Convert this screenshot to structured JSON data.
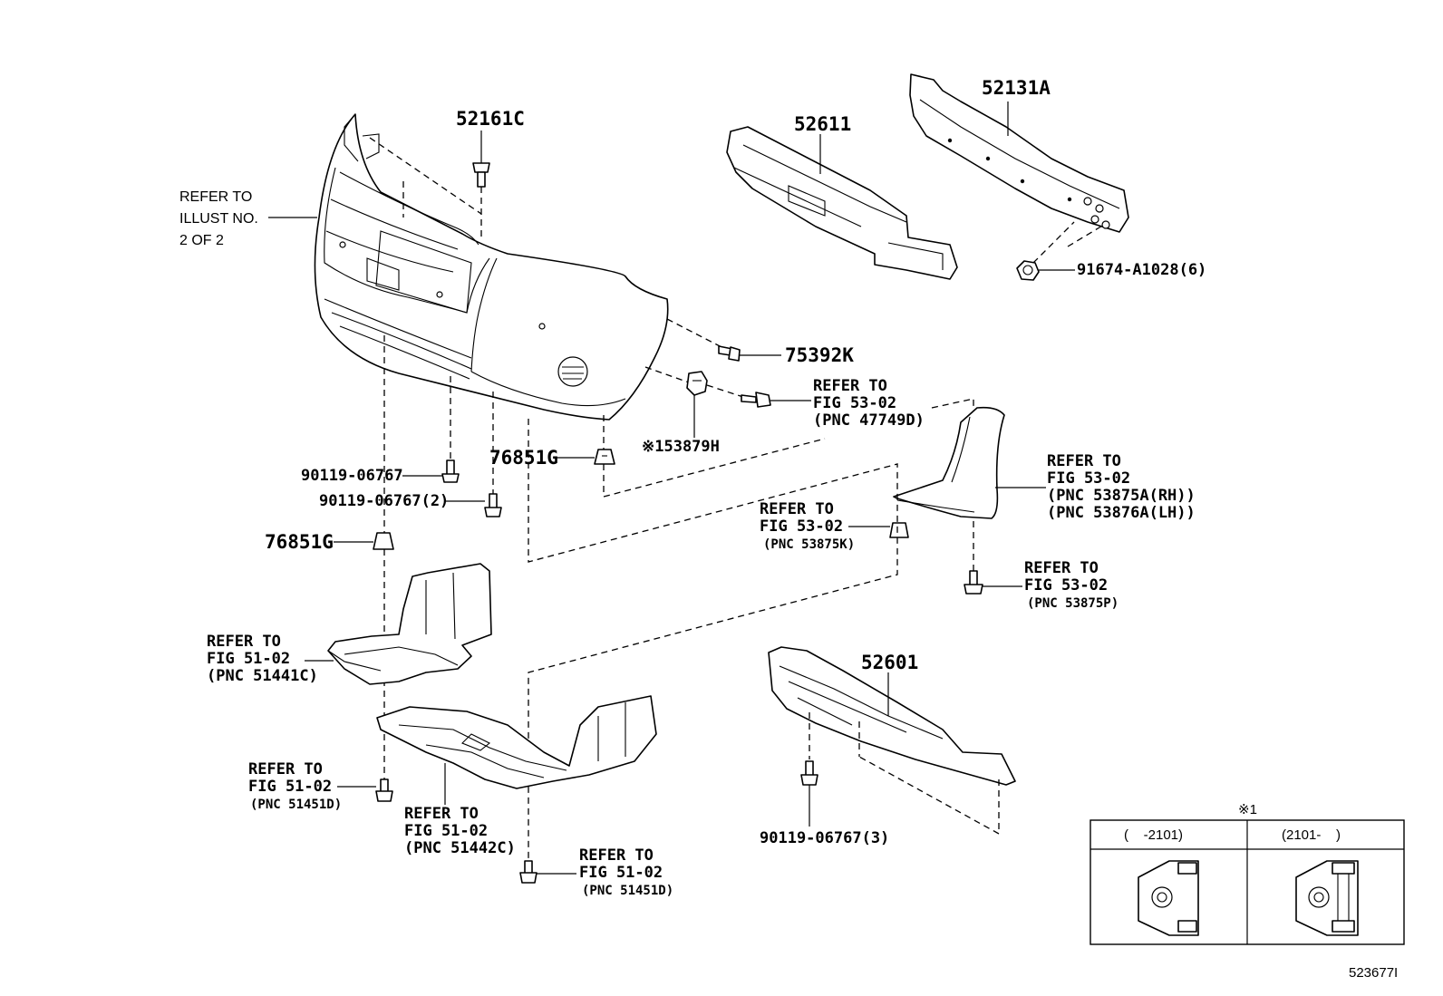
{
  "diagram_id": "523677I",
  "parts": {
    "p52161C": "52161C",
    "p52611": "52611",
    "p52131A": "52131A",
    "p91674": "91674-A1028(6)",
    "p75392K": "75392K",
    "p53879H": "※153879H",
    "p76851G_a": "76851G",
    "p76851G_b": "76851G",
    "p90119_a": "90119-06767",
    "p90119_b": "90119-06767(2)",
    "p90119_c": "90119-06767(3)",
    "p52601": "52601"
  },
  "refs": {
    "illust": [
      "REFER TO",
      "ILLUST NO.",
      "2 OF 2"
    ],
    "fig5302_47749D": [
      "REFER TO",
      "FIG 53-02",
      "(PNC 47749D)"
    ],
    "fig5302_53875A": [
      "REFER TO",
      "FIG 53-02",
      "(PNC 53875A(RH))",
      "(PNC 53876A(LH))"
    ],
    "fig5302_53875K": [
      "REFER TO",
      "FIG 53-02",
      "(PNC 53875K)"
    ],
    "fig5302_53875P": [
      "REFER TO",
      "FIG 53-02",
      "(PNC 53875P)"
    ],
    "fig5102_51441C": [
      "REFER TO",
      "FIG 51-02",
      "(PNC 51441C)"
    ],
    "fig5102_51451D_left": [
      "REFER TO",
      "FIG 51-02",
      "(PNC 51451D)"
    ],
    "fig5102_51442C": [
      "REFER TO",
      "FIG 51-02",
      "(PNC 51442C)"
    ],
    "fig5102_51451D_bottom": [
      "REFER TO",
      "FIG 51-02",
      "(PNC 51451D)"
    ]
  },
  "inset": {
    "marker": "※1",
    "col_left": "(    -2101)",
    "col_right": "(2101-    )"
  }
}
